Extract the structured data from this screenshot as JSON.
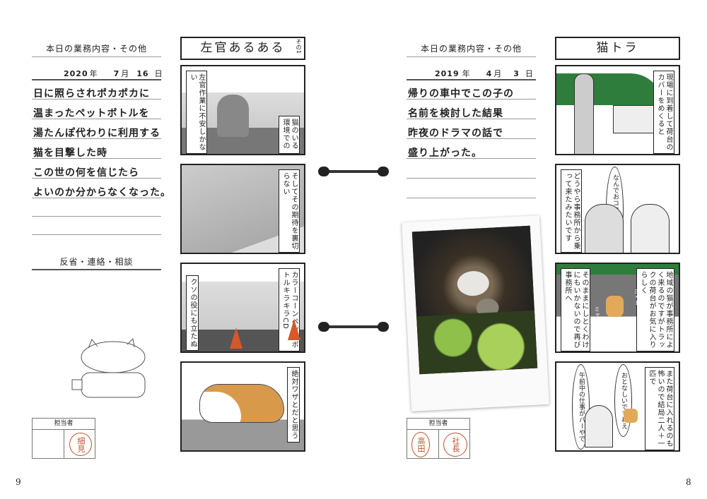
{
  "left": {
    "notes_header": "本日の業務内容・その他",
    "date": {
      "year": "2020",
      "year_unit": "年",
      "month": "7",
      "month_unit": "月",
      "day": "16",
      "day_unit": "日"
    },
    "lines": [
      "日に照らされポカポカに",
      "温まったペットボトルを",
      "湯たんぽ代わりに利用する",
      "猫を目撃した時",
      "この世の何を信じたら",
      "よいのか分からなくなった。"
    ],
    "section2_header": "反省・連絡・相談",
    "stamp": {
      "header": "担当者",
      "seal": "細見"
    },
    "comic": {
      "title": "左官あるある",
      "title_note": "その1",
      "p1_caps": [
        "左官作業に不安しかない",
        "猫のいる環境での"
      ],
      "p2_caps": [
        "そしてその期待を裏切らない"
      ],
      "p3_caps": [
        "カラーコーンペットボトルキラキラCD",
        "クソの役にも立たぬ"
      ],
      "p4_caps": [
        "絶対ワザとだと思う"
      ]
    },
    "page_number": "9"
  },
  "right": {
    "notes_header": "本日の業務内容・その他",
    "date": {
      "year": "2019",
      "year_unit": "年",
      "month": "4",
      "month_unit": "月",
      "day": "3",
      "day_unit": "日"
    },
    "lines": [
      "帰りの車中でこの子の",
      "名前を検討した結果",
      "昨夜のドラマの話で",
      "盛り上がった。"
    ],
    "stamp": {
      "header": "担当者",
      "seal1": "高田",
      "seal2": "社長"
    },
    "comic": {
      "title": "猫トラ",
      "p1_caps": [
        "現場に到着して荷台のカバーをめくると"
      ],
      "p2_caps": [
        "どうやら事務所から乗って来たみたいです"
      ],
      "p2_bub": [
        "なんでおココにおるん？"
      ],
      "p3_caps": [
        "地域の猫が事務所によく来るのですがトラックの荷台がお気に入りらしく",
        "そのままにしとくわけにもいかないので再び事務所へ"
      ],
      "p3_sfx": [
        "ミャー",
        "ミャー"
      ],
      "p4_caps": [
        "また荷台に入れるのも怖いので結局二人＋一匹で"
      ],
      "p4_bub": [
        "午前中の仕事がパーやで",
        "おとなしいですねえ"
      ]
    },
    "page_number": "8"
  }
}
